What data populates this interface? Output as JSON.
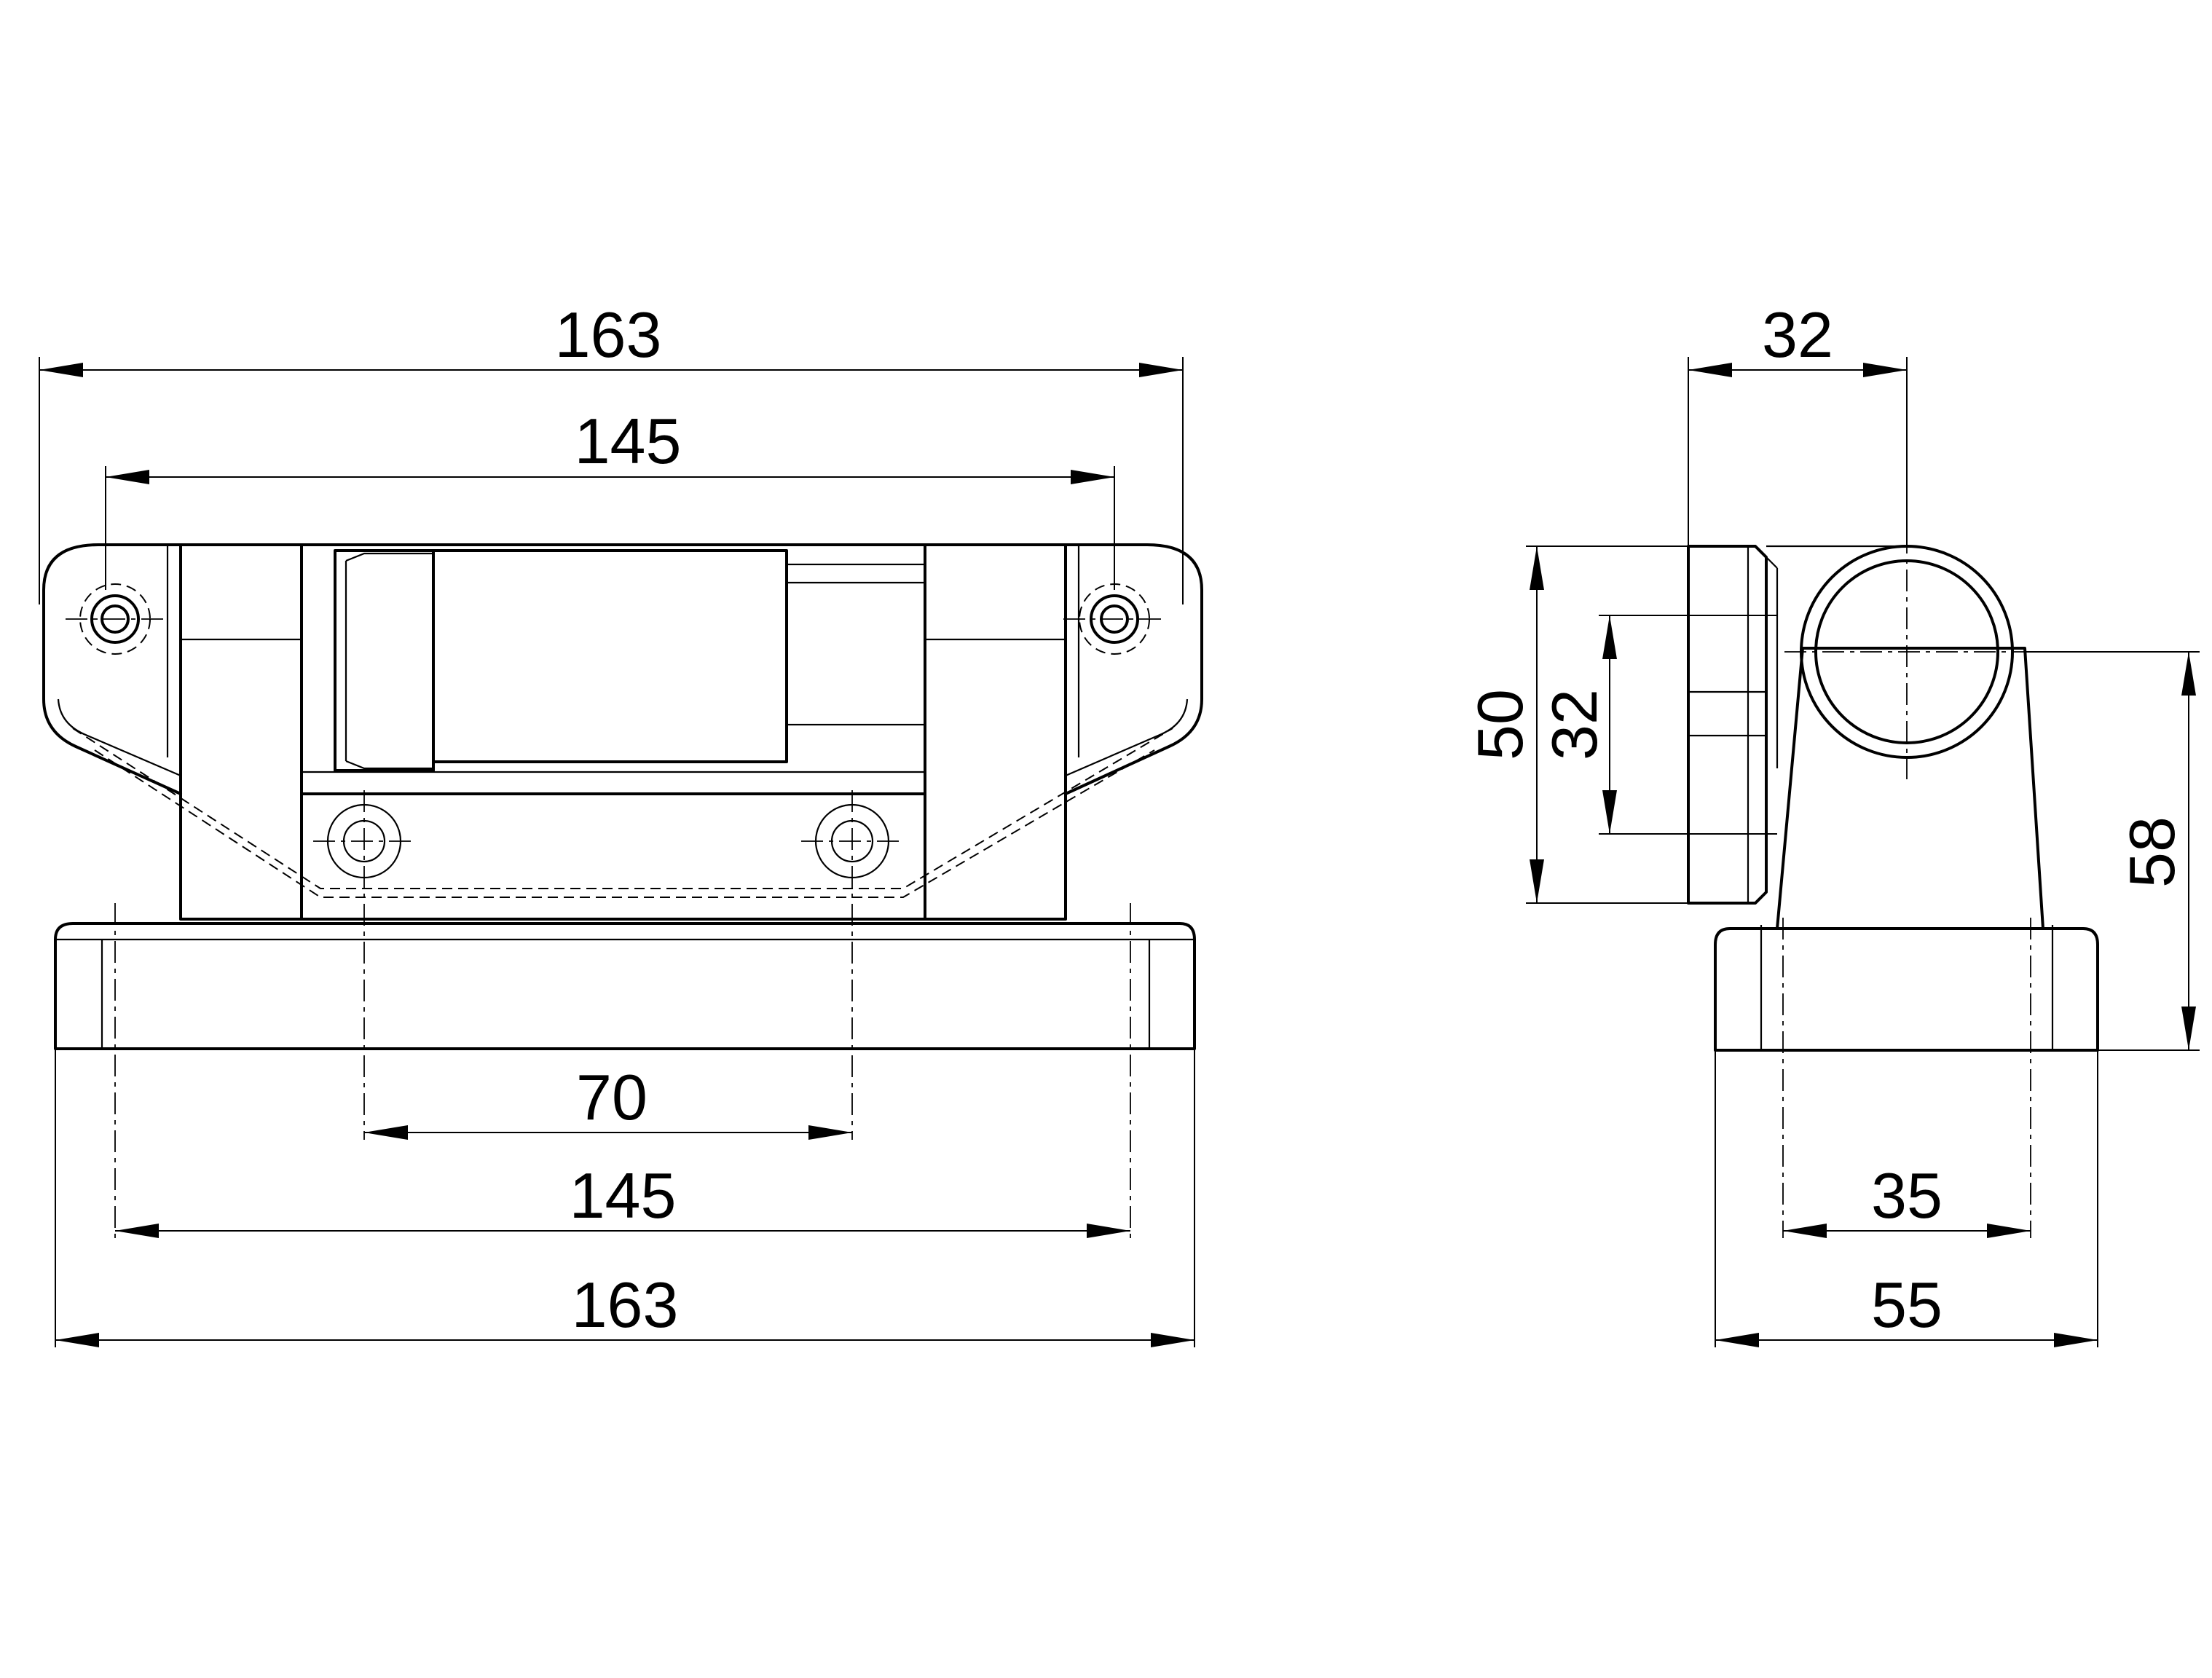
{
  "front_view": {
    "top_overall_width": "163",
    "top_hole_spacing": "145",
    "base_hole_spacing_inner": "70",
    "base_hole_spacing": "145",
    "base_overall_width": "163"
  },
  "side_view": {
    "top_width": "32",
    "height": "50",
    "inner_height": "32",
    "total_height": "58",
    "base_hole_spacing": "35",
    "base_width": "55"
  }
}
